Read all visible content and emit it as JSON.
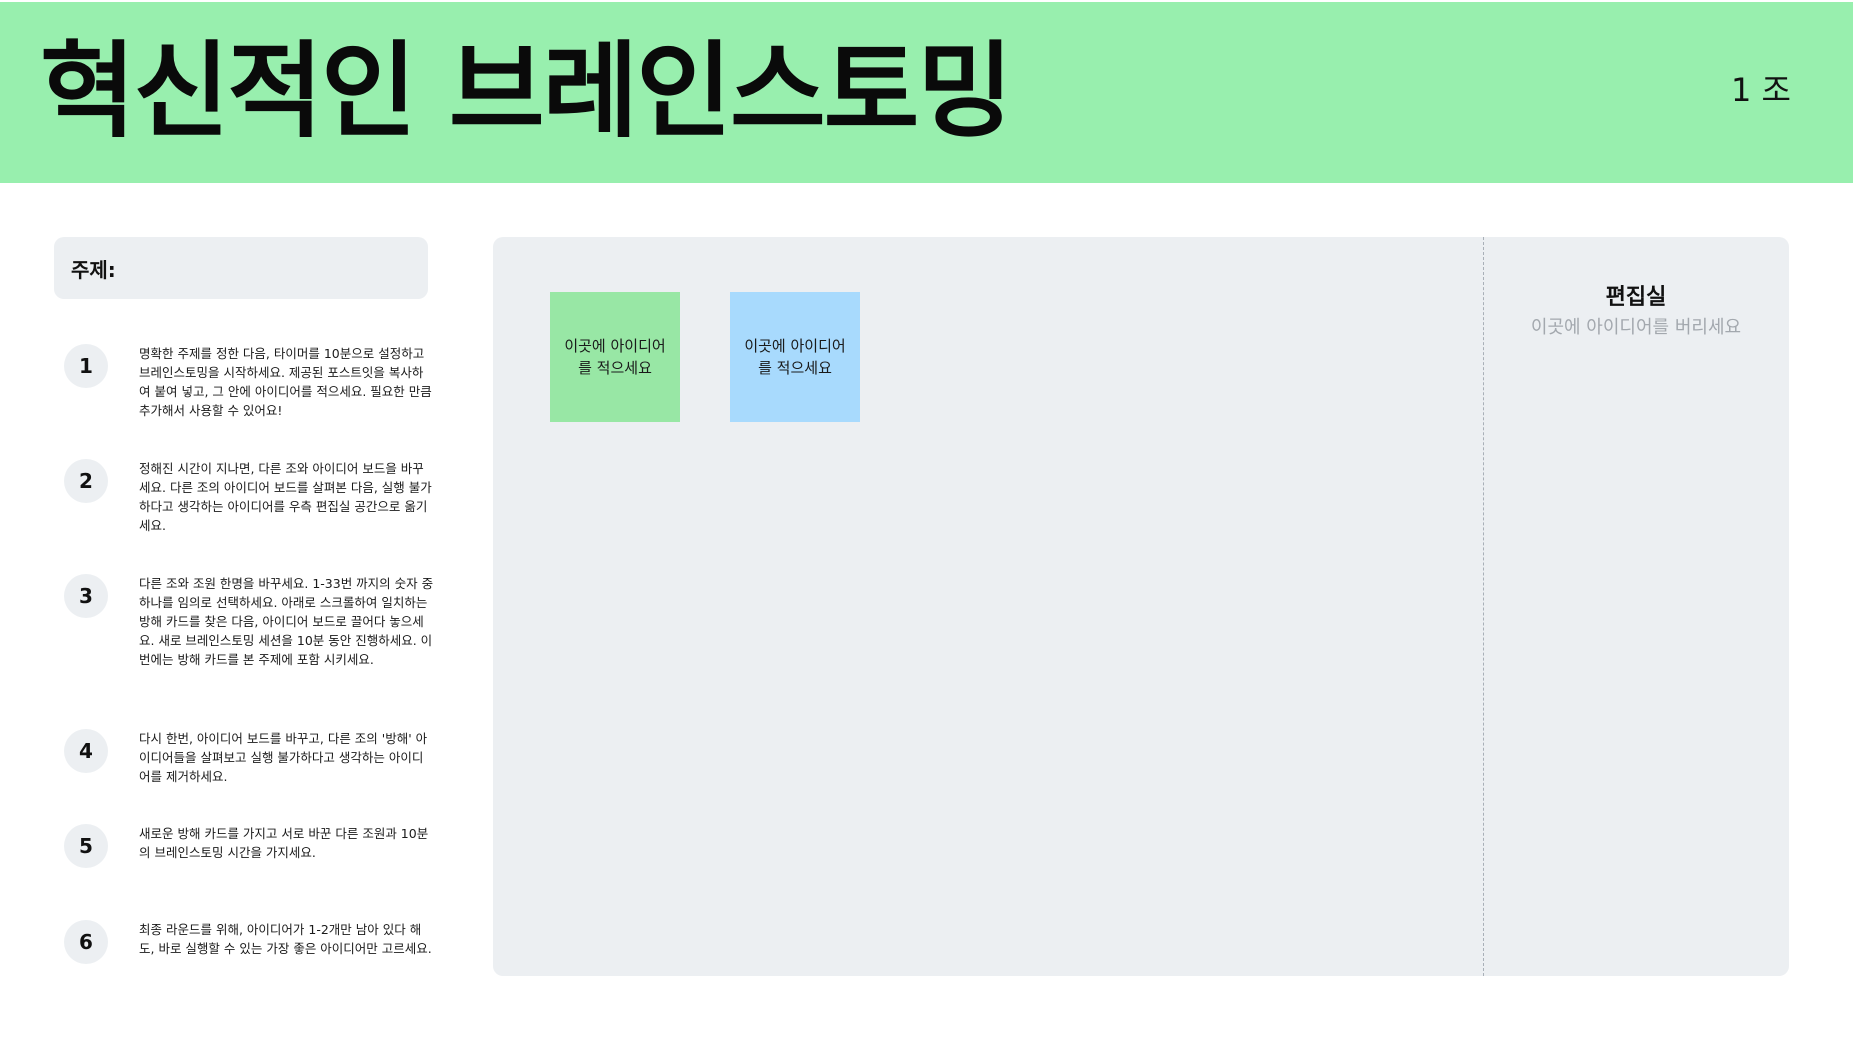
{
  "header": {
    "title": "혁신적인 브레인스토밍",
    "group": "1 조"
  },
  "colors": {
    "header_bg": "#98efae",
    "panel_bg": "#eceff2",
    "sticky_green": "#98e7a5",
    "sticky_blue": "#a8dafd"
  },
  "sidebar": {
    "topic_label": "주제:",
    "steps": [
      {
        "number": "1",
        "text": "명확한 주제를 정한 다음, 타이머를 10분으로 설정하고 브레인스토밍을 시작하세요. 제공된 포스트잇을 복사하여 붙여 넣고, 그 안에 아이디어를 적으세요. 필요한 만큼 추가해서 사용할 수 있어요!"
      },
      {
        "number": "2",
        "text": "정해진 시간이 지나면, 다른 조와 아이디어 보드을 바꾸세요. 다른 조의 아이디어 보드를 살펴본 다음, 실행 불가하다고 생각하는 아이디어를 우측 편집실 공간으로 옮기세요."
      },
      {
        "number": "3",
        "text": "다른 조와 조원 한명을 바꾸세요. 1-33번 까지의 숫자 중 하나를 임의로 선택하세요. 아래로 스크롤하여 일치하는 방해 카드를 찾은 다음, 아이디어 보드로 끌어다 놓으세요. 새로 브레인스토밍 세션을 10분 동안 진행하세요. 이번에는 방해 카드를 본 주제에 포함 시키세요."
      },
      {
        "number": "4",
        "text": "다시 한번, 아이디어 보드를 바꾸고, 다른 조의 '방해' 아이디어들을 살펴보고 실행 불가하다고 생각하는 아이디어를 제거하세요."
      },
      {
        "number": "5",
        "text": "새로운 방해 카드를 가지고 서로 바꾼 다른 조원과 10분의 브레인스토밍 시간을 가지세요."
      },
      {
        "number": "6",
        "text": "최종 라운드를 위해, 아이디어가 1-2개만 남아 있다 해도, 바로 실행할 수 있는 가장 좋은 아이디어만 고르세요."
      }
    ]
  },
  "board": {
    "stickies": [
      {
        "text": "이곳에 아이디어를 적으세요",
        "color": "green"
      },
      {
        "text": "이곳에 아이디어를 적으세요",
        "color": "blue"
      }
    ],
    "editroom": {
      "title": "편집실",
      "subtitle": "이곳에 아이디어를 버리세요"
    }
  }
}
